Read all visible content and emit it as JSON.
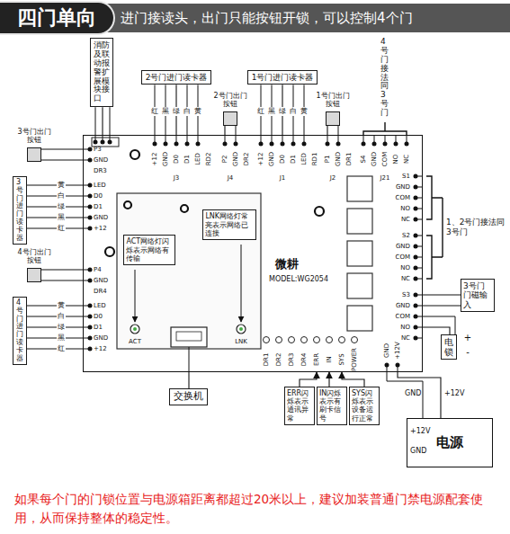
{
  "diagram": {
    "title": "四门单向",
    "caption": "如果每个门的门锁位置与电源箱距离都超过20米以上，建议加装普通门禁电源配套使用，从而保持整体的稳定性。",
    "nodes": [
      {
        "text": [
          "消防及联动报警扩展模块接口"
        ]
      },
      {
        "text": [
          "2号门进门读卡器"
        ]
      },
      {
        "text": [
          "2号门出门按钮"
        ]
      },
      {
        "text": [
          "1号门进门读卡器"
        ]
      },
      {
        "text": [
          "1号门出门按钮"
        ]
      },
      {
        "text": [
          "微耕",
          "MODEL:WG2054"
        ]
      },
      {
        "text": [
          "ACT网络灯闪烁表示网络有传输"
        ],
        "in": 5
      },
      {
        "text": [
          "LNK网络灯常亮表示网络已连接"
        ],
        "in": 5
      },
      {
        "text": [
          "3号门出门按钮"
        ]
      },
      {
        "text": [
          "3号门进门读卡器"
        ]
      },
      {
        "text": [
          "3号门门磁输入"
        ]
      },
      {
        "text": [
          "4号门出门按钮"
        ]
      },
      {
        "text": [
          "4号门进门读卡器"
        ]
      },
      {
        "text": [
          "电锁"
        ]
      },
      {
        "text": [
          "交换机"
        ]
      },
      {
        "text": [
          "ERR闪烁表示通讯异常"
        ]
      },
      {
        "text": [
          "IN闪烁表示有刷卡信号"
        ]
      },
      {
        "text": [
          "SYS闪烁表示设备运行正常"
        ]
      },
      {
        "text": [
          "电源"
        ]
      }
    ],
    "edges": [
      {
        "from": 0,
        "to": 5,
        "arrow": "none"
      },
      {
        "from": 1,
        "to": 5,
        "arrow": "none"
      },
      {
        "from": 2,
        "to": 5,
        "arrow": "none"
      },
      {
        "from": 3,
        "to": 5,
        "arrow": "none"
      },
      {
        "from": 4,
        "to": 5,
        "arrow": "none"
      },
      {
        "from": 8,
        "to": 5,
        "arrow": "none"
      },
      {
        "from": 9,
        "to": 5,
        "arrow": "none"
      },
      {
        "from": 10,
        "to": 5,
        "arrow": "none"
      },
      {
        "from": 11,
        "to": 5,
        "arrow": "none"
      },
      {
        "from": 12,
        "to": 5,
        "arrow": "none"
      },
      {
        "from": 13,
        "to": 5,
        "arrow": "none"
      },
      {
        "from": 14,
        "to": 5,
        "arrow": "none"
      },
      {
        "from": 15,
        "to": 5,
        "arrow": "to"
      },
      {
        "from": 16,
        "to": 5,
        "arrow": "to"
      },
      {
        "from": 17,
        "to": 5,
        "arrow": "to"
      },
      {
        "from": 18,
        "to": 5,
        "arrow": "none"
      }
    ],
    "labels": [
      "进门接读头，出门只能按钮开锁，可以控制4个门",
      "4号门接法同3号门",
      "+12",
      "GND",
      "D0",
      "D1",
      "LED",
      "RD2",
      "P2",
      "GND",
      "DR2",
      "+12",
      "GND",
      "D0",
      "D1",
      "LED",
      "RD1",
      "P1",
      "GND",
      "DR1",
      "S4",
      "GND",
      "COM",
      "NO",
      "NC",
      "J3",
      "J4",
      "J1",
      "J2",
      "J21",
      "红",
      "黑",
      "绿",
      "白",
      "黄",
      "红",
      "黑",
      "绿",
      "白",
      "黄",
      "P3",
      "GND",
      "DR3",
      "LED",
      "D0",
      "D1",
      "GND",
      "+12",
      "P4",
      "GND",
      "DR4",
      "LED",
      "D0",
      "D1",
      "GND",
      "+12",
      "黄",
      "白",
      "绿",
      "黑",
      "红",
      "黄",
      "白",
      "绿",
      "黑",
      "红",
      "S1",
      "GND",
      "COM",
      "NO",
      "NC",
      "S2",
      "GND",
      "COM",
      "NO",
      "NC",
      "S3",
      "GND",
      "COM",
      "NO",
      "NC",
      "1、2号门接法同3号门",
      "DR1",
      "DR2",
      "DR3",
      "DR4",
      "ERR",
      "IN",
      "SYS",
      "POWER",
      "GND",
      "+12V",
      "ACT",
      "LNK",
      "+",
      "-",
      "+12V",
      "GND",
      "+12V",
      "GND"
    ]
  }
}
